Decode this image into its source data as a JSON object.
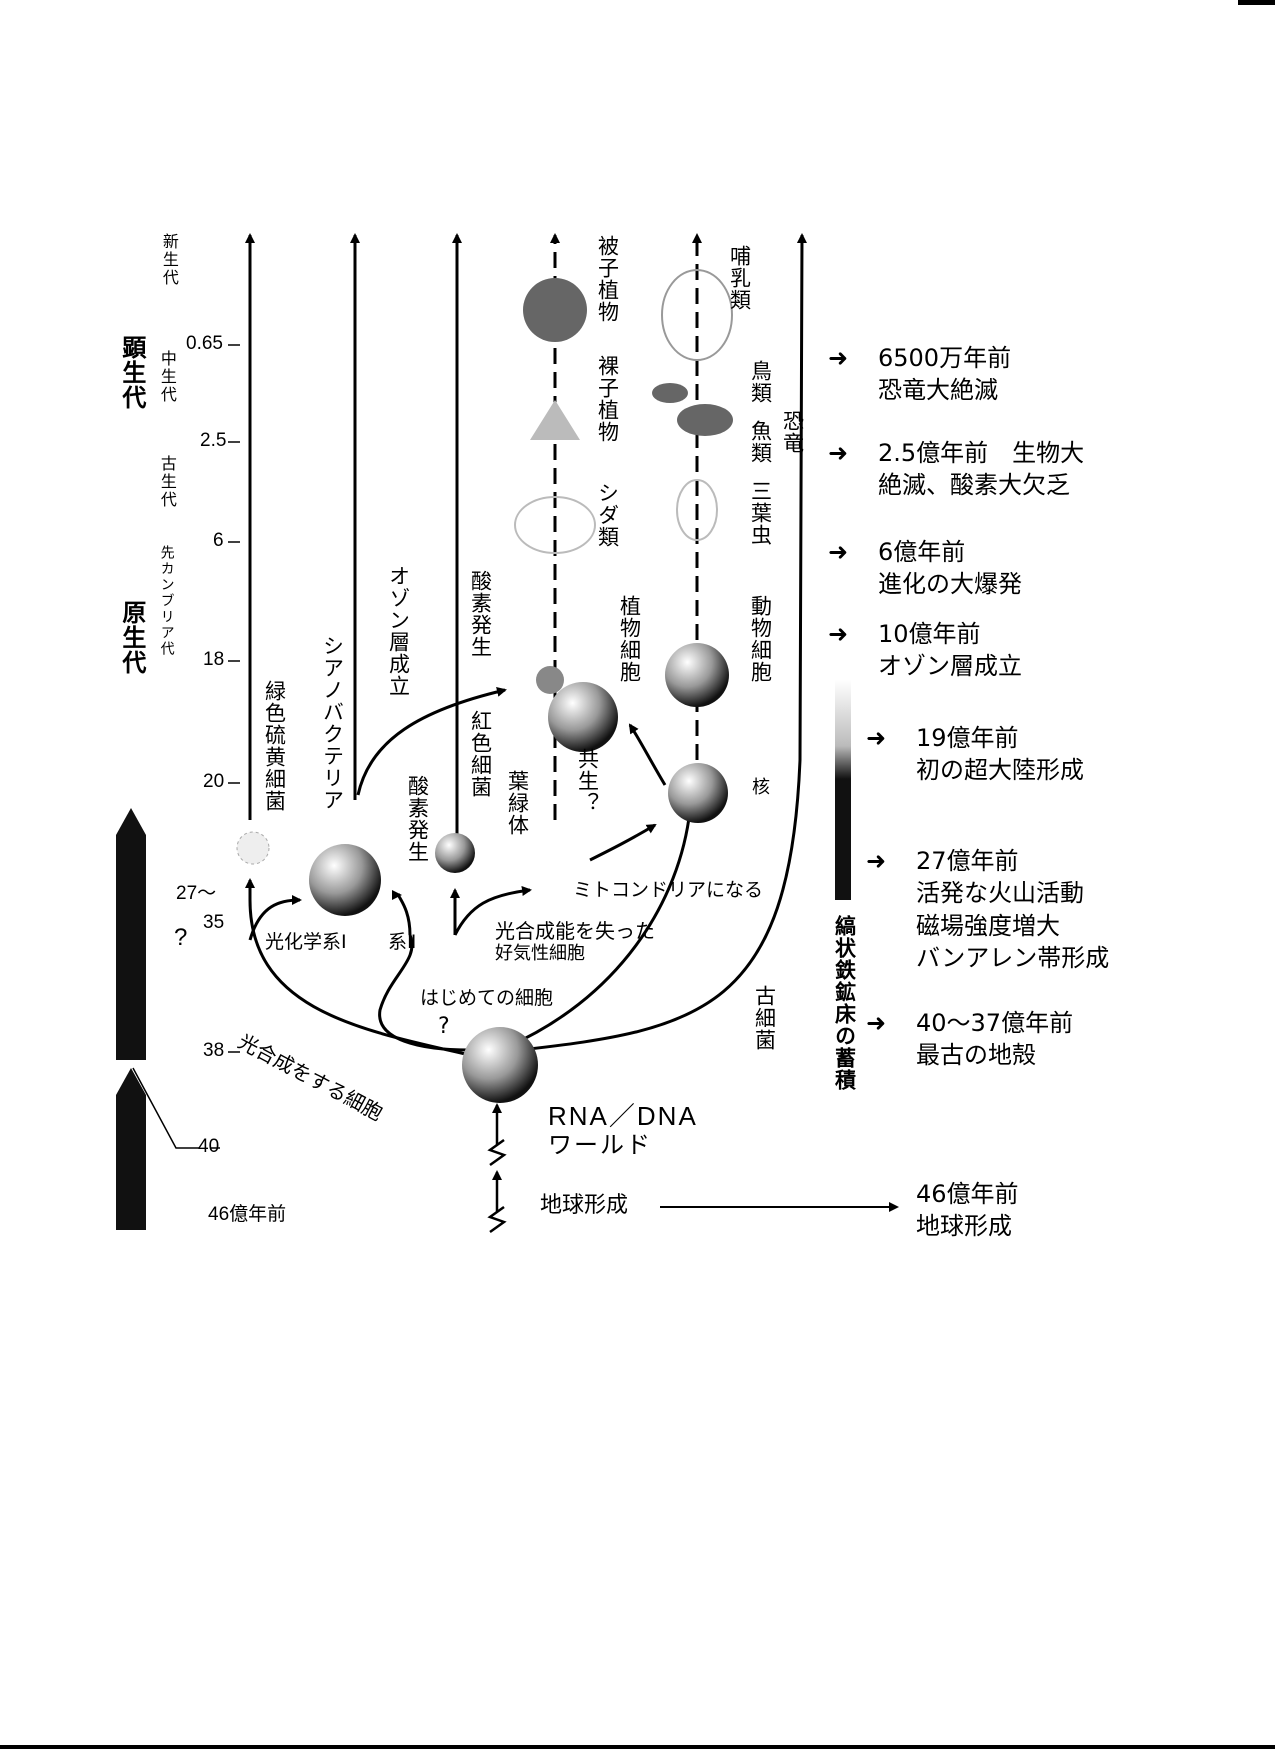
{
  "eons": {
    "phanerozoic": "顕生代",
    "proterozoic": "原生代"
  },
  "eras": {
    "cenozoic": "新生代",
    "mesozoic": "中生代",
    "paleozoic": "古生代",
    "precambrian": "先カンブリア代"
  },
  "ticks": [
    "0.65",
    "2.5",
    "6",
    "18",
    "20",
    "27～",
    "35",
    "38",
    "40",
    "46億年前"
  ],
  "question_marks": [
    "?",
    "?",
    "?"
  ],
  "lineages": {
    "green_sulfur": "緑色硫黄細菌",
    "cyanobacteria": "シアノバクテリア",
    "ozone": "オゾン層成立",
    "oxygen_gen_1": "酸素発生",
    "red_algae": "紅色細菌",
    "oxygen_gen_2": "酸素発生",
    "chloroplast": "葉緑体",
    "symbiosis": "共生？",
    "plant_cell": "植物細胞",
    "fern": "シダ類",
    "gymnosperm": "裸子植物",
    "angiosperm": "被子植物",
    "animal_cell": "動物細胞",
    "trilobite": "三葉虫",
    "fish": "魚類",
    "birds": "鳥類",
    "mammals": "哺乳類",
    "dinosaurs": "恐竜",
    "nucleus": "核",
    "archaea": "古細菌",
    "iron": "縞状鉄鉱床の蓄積"
  },
  "branch_labels": {
    "ps1": "光化学系Ⅰ",
    "ps2": "系Ⅱ",
    "aerobic1": "光合成能を失った",
    "aerobic2": "好気性細胞",
    "mito": "ミトコンドリアになる",
    "first_cell": "はじめての細胞",
    "photo_cell": "光合成をする細胞",
    "rna1": "RNA／DNA",
    "rna2": "ワールド",
    "earth": "地球形成"
  },
  "events": [
    {
      "l1": "6500万年前",
      "l2": "恐竜大絶滅"
    },
    {
      "l1": "2.5億年前　生物大",
      "l2": "絶滅、酸素大欠乏"
    },
    {
      "l1": "6億年前",
      "l2": "進化の大爆発"
    },
    {
      "l1": "10億年前",
      "l2": "オゾン層成立"
    },
    {
      "l1": "19億年前",
      "l2": "初の超大陸形成"
    },
    {
      "l1": "27億年前",
      "l2": "活発な火山活動",
      "l3": "磁場強度増大",
      "l4": "バンアレン帯形成"
    },
    {
      "l1": "40～37億年前",
      "l2": "最古の地殻"
    },
    {
      "l1": "46億年前",
      "l2": "地球形成"
    }
  ]
}
